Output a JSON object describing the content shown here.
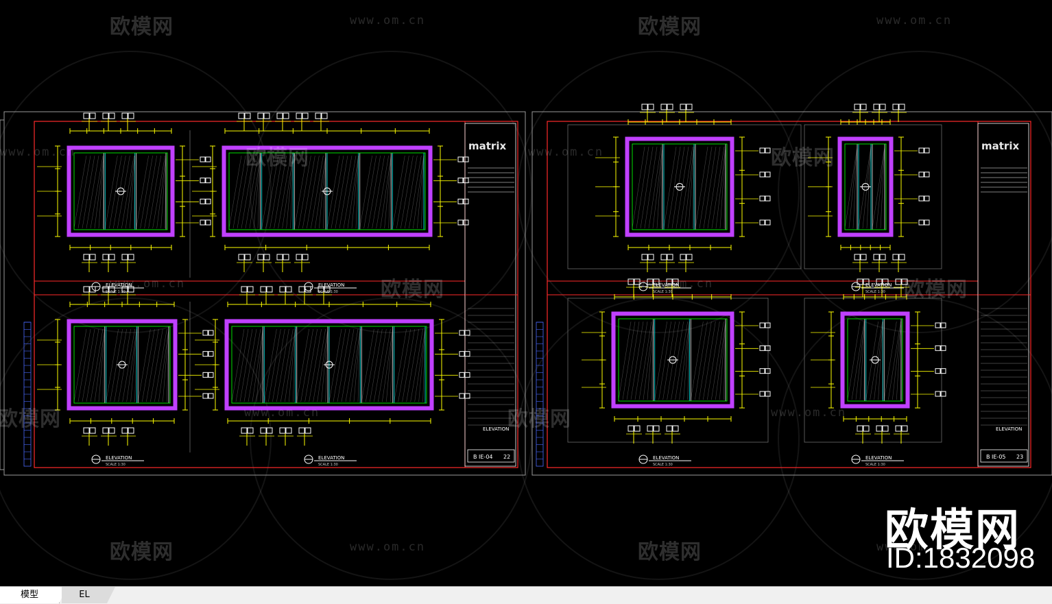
{
  "watermark": {
    "brand": "欧模网",
    "url": "www.om.cn"
  },
  "overlay": {
    "brand": "欧模网",
    "id_text": "ID:1832098"
  },
  "sheets": [
    {
      "logo": "matrix",
      "panels": [
        {
          "label": "ELEVATION"
        },
        {
          "label": "ELEVATION"
        },
        {
          "label": "ELEVATION"
        },
        {
          "label": "ELEVATION"
        }
      ],
      "title_block": {
        "drawing_title": "ELEVATION",
        "sheet_no": "B IE-04",
        "page": "22"
      }
    },
    {
      "logo": "matrix",
      "panels": [
        {
          "label": "ELEVATION"
        },
        {
          "label": "ELEVATION"
        },
        {
          "label": "ELEVATION"
        },
        {
          "label": "ELEVATION"
        }
      ],
      "title_block": {
        "drawing_title": "ELEVATION",
        "sheet_no": "B IE-05",
        "page": "23"
      }
    }
  ],
  "tabs": [
    {
      "label": "模型",
      "active": true
    },
    {
      "label": "EL",
      "active": false
    }
  ],
  "colors": {
    "background": "#000000",
    "frame": "#ff2a2a",
    "frame_grey": "#9a9a9a",
    "dim": "#ffff00",
    "wall": "#c040ff",
    "hatch": "#00c8c8",
    "accent_green": "#00e000",
    "accent_red": "#ff3030",
    "white": "#ffffff"
  }
}
